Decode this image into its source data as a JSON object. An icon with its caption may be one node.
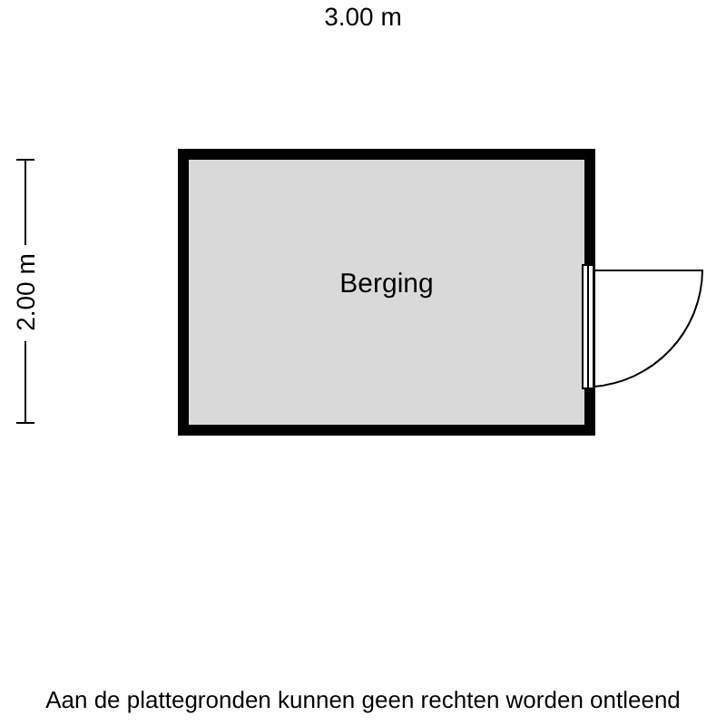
{
  "diagram": {
    "nodes": [
      {
        "text": [
          "Berging"
        ]
      }
    ],
    "labels": [
      "3.00 m",
      "2.00 m",
      "Aan de plattegronden kunnen geen rechten worden ontleend"
    ]
  }
}
